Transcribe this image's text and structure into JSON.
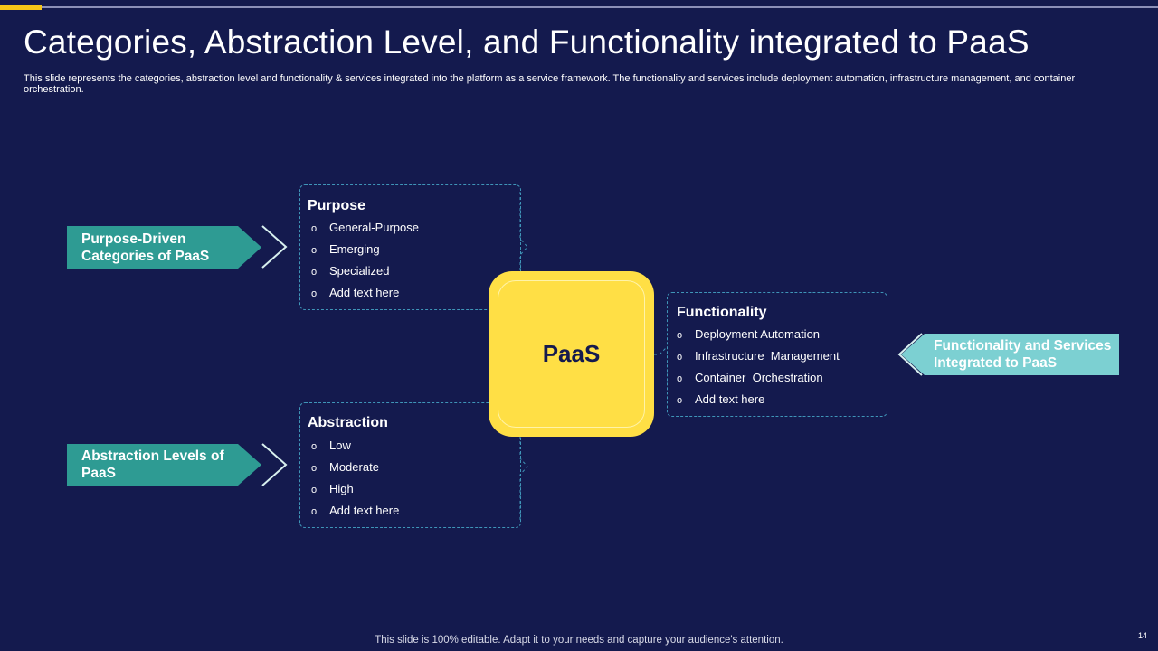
{
  "slide": {
    "title": "Categories, Abstraction Level, and Functionality integrated to PaaS",
    "subtitle": "This slide represents the categories, abstraction level and functionality & services integrated into the platform as a service framework. The functionality and services include deployment automation, infrastructure management, and container orchestration.",
    "footer": "This slide is 100% editable. Adapt it to your needs and capture your audience's attention.",
    "page_number": "14"
  },
  "center": {
    "label": "PaaS"
  },
  "tags": {
    "purpose": "Purpose-Driven Categories of PaaS",
    "abstraction": "Abstraction Levels of PaaS",
    "functionality": "Functionality and Services Integrated to PaaS"
  },
  "boxes": {
    "purpose": {
      "title": "Purpose",
      "items": [
        "General-Purpose",
        "Emerging",
        "Specialized",
        "Add text here"
      ]
    },
    "abstraction": {
      "title": "Abstraction",
      "items": [
        "Low",
        "Moderate",
        "High",
        "Add text here"
      ]
    },
    "functionality": {
      "title": "Functionality",
      "items": [
        "Deployment Automation",
        "Infrastructure  Management",
        "Container  Orchestration",
        "Add text here"
      ]
    }
  },
  "bullet_symbol": "o",
  "colors": {
    "background": "#141a4e",
    "accent_yellow": "#ffdf45",
    "teal": "#2e9b93",
    "light_teal": "#7cd0d2",
    "dashed_border": "#3f95b8"
  }
}
